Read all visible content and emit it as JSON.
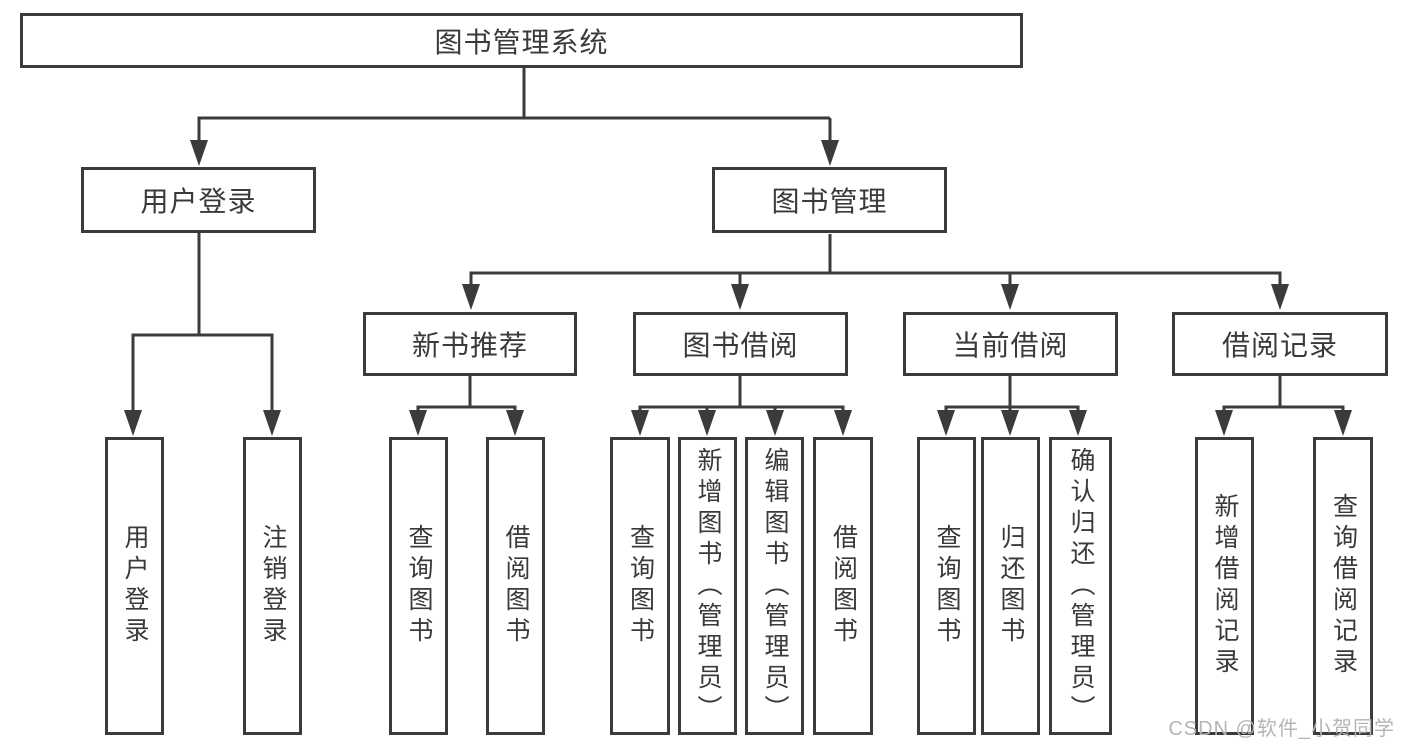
{
  "diagram": {
    "root": {
      "label": "图书管理系统"
    },
    "branches": [
      {
        "label": "用户登录"
      },
      {
        "label": "图书管理"
      }
    ],
    "modules": [
      {
        "label": "新书推荐"
      },
      {
        "label": "图书借阅"
      },
      {
        "label": "当前借阅"
      },
      {
        "label": "借阅记录"
      }
    ],
    "functions": [
      {
        "label": "用户登录"
      },
      {
        "label": "注销登录"
      },
      {
        "label": "查询图书"
      },
      {
        "label": "借阅图书"
      },
      {
        "label": "查询图书"
      },
      {
        "label": "新增图书（管理员）"
      },
      {
        "label": "编辑图书（管理员）"
      },
      {
        "label": "借阅图书"
      },
      {
        "label": "查询图书"
      },
      {
        "label": "归还图书"
      },
      {
        "label": "确认归还（管理员）"
      },
      {
        "label": "新增借阅记录"
      },
      {
        "label": "查询借阅记录"
      }
    ]
  },
  "watermark": {
    "text": "CSDN @软件_小贺同学"
  },
  "colors": {
    "line": "#3b3b3b",
    "box_border": "#3b3b3b",
    "text": "#3a3a3a",
    "watermark": "#b5b5b5",
    "background": "#ffffff"
  }
}
